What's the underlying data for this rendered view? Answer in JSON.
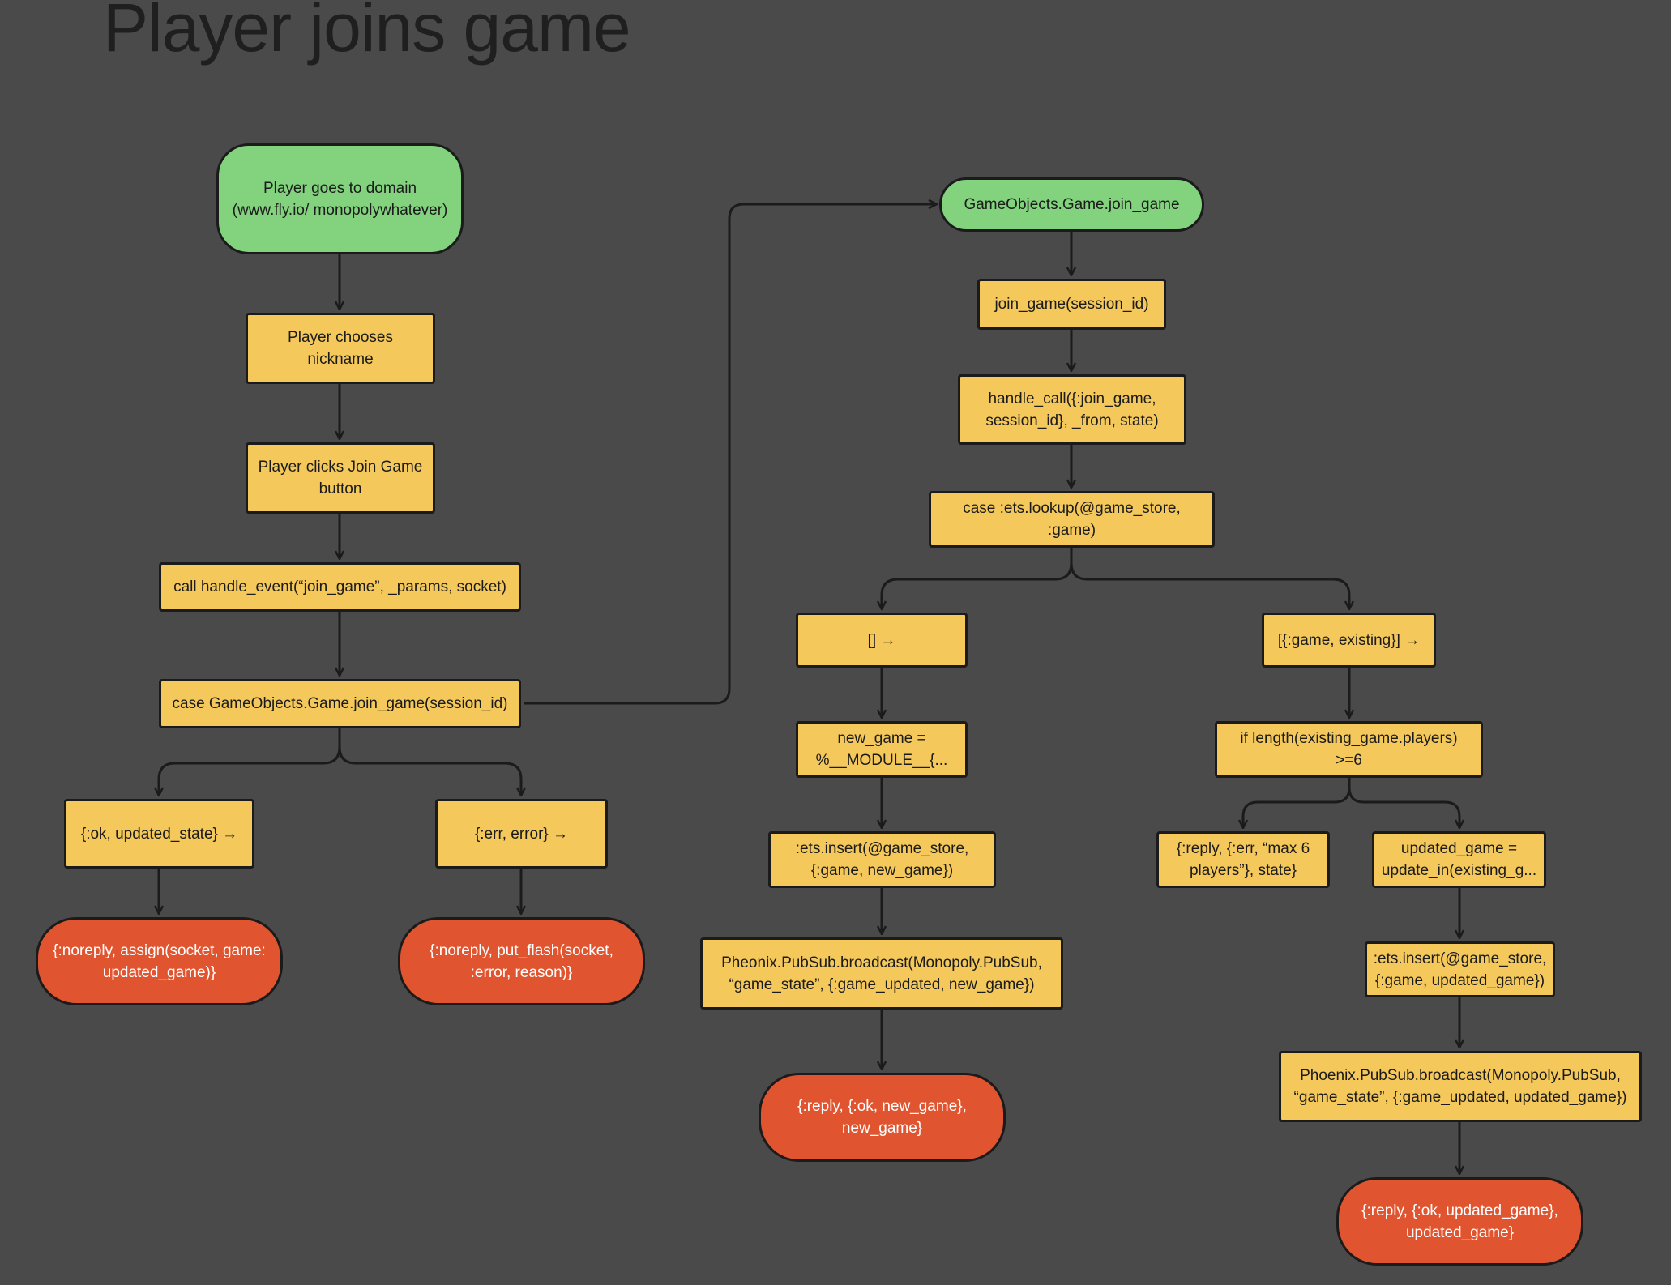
{
  "title": "Player joins game",
  "colors": {
    "background": "#4a4a4a",
    "start_node": "#82d27e",
    "process_node": "#f4c85a",
    "end_node": "#e05530",
    "edge": "#1b1b1b"
  },
  "nodes": {
    "n1": "Player goes to domain (www.fly.io/ monopolywhatever)",
    "n2": "Player chooses nickname",
    "n3": "Player clicks Join Game button",
    "n4": "call handle_event(“join_game”, _params, socket)",
    "n5": "case GameObjects.Game.join_game(session_id)",
    "n6": "{:ok, updated_state} →",
    "n7": "{:err, error} →",
    "n8": "{:noreply, assign(socket, game: updated_game)}",
    "n9": "{:noreply, put_flash(socket, :error, reason)}",
    "m1": "GameObjects.Game.join_game",
    "m2": "join_game(session_id)",
    "m3": "handle_call({:join_game, session_id}, _from, state)",
    "m4": "case :ets.lookup(@game_store, :game)",
    "m5": "[] →",
    "m6": "new_game = %__MODULE__{...",
    "m7": ":ets.insert(@game_store, {:game, new_game})",
    "m8": "Pheonix.PubSub.broadcast(Monopoly.PubSub, “game_state”, {:game_updated, new_game})",
    "m9": "{:reply, {:ok, new_game}, new_game}",
    "r1": "[{:game, existing}] →",
    "r2": "if length(existing_game.players) >=6",
    "r3": "{:reply, {:err, “max 6 players”}, state}",
    "r4": "updated_game = update_in(existing_g...",
    "r5": ":ets.insert(@game_store, {:game, updated_game})",
    "r6": "Phoenix.PubSub.broadcast(Monopoly.PubSub, “game_state”, {:game_updated, updated_game})",
    "r7": "{:reply, {:ok, updated_game}, updated_game}"
  }
}
